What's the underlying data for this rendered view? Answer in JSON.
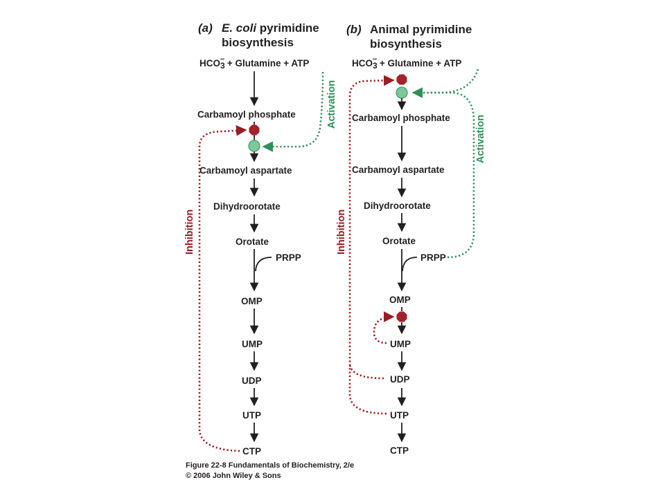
{
  "panel_a": {
    "label": "(a)",
    "title_italic": "E. coli",
    "title_line1_rest": " pyrimidine",
    "title_line2": "biosynthesis",
    "substrates": {
      "hco3": "HCO",
      "hco3_sub": "3",
      "hco3_sup": "−",
      "rest": " + Glutamine + ATP"
    },
    "metabolites": [
      "Carbamoyl phosphate",
      "Carbamoyl aspartate",
      "Dihydroorotate",
      "Orotate",
      "OMP",
      "UMP",
      "UDP",
      "UTP",
      "CTP"
    ],
    "prpp": "PRPP",
    "inhibition_label": "Inhibition",
    "activation_label": "Activation"
  },
  "panel_b": {
    "label": "(b)",
    "title_line1": "Animal pyrimidine",
    "title_line2": "biosynthesis",
    "substrates": {
      "hco3": "HCO",
      "hco3_sub": "3",
      "hco3_sup": "−",
      "rest": " + Glutamine + ATP"
    },
    "metabolites": [
      "Carbamoyl phosphate",
      "Carbamoyl aspartate",
      "Dihydroorotate",
      "Orotate",
      "OMP",
      "UMP",
      "UDP",
      "UTP",
      "CTP"
    ],
    "prpp": "PRPP",
    "inhibition_label": "Inhibition",
    "activation_label": "Activation"
  },
  "caption": {
    "line1": "Figure 22-8 Fundamentals of Biochemistry, 2/e",
    "line2": "© 2006 John Wiley & Sons"
  },
  "colors": {
    "inhibition": "#9b1c23",
    "activation": "#2f8f5a",
    "text": "#231f20"
  }
}
